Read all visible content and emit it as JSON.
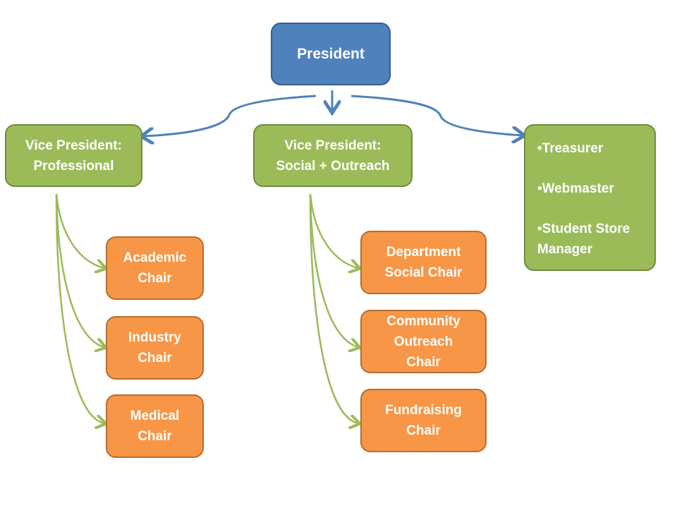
{
  "president": {
    "label": "President"
  },
  "vp_professional": {
    "line1": "Vice President:",
    "line2": "Professional"
  },
  "vp_social": {
    "line1": "Vice President:",
    "line2": "Social + Outreach"
  },
  "other_officers": {
    "items": [
      "•Treasurer",
      "•Webmaster",
      "•Student Store Manager"
    ]
  },
  "professional_chairs": [
    {
      "line1": "Academic",
      "line2": "Chair"
    },
    {
      "line1": "Industry",
      "line2": "Chair"
    },
    {
      "line1": "Medical",
      "line2": "Chair"
    }
  ],
  "social_chairs": [
    {
      "lines": [
        "Department",
        "Social Chair"
      ]
    },
    {
      "lines": [
        "Community",
        "Outreach",
        "Chair"
      ]
    },
    {
      "lines": [
        "Fundraising",
        "Chair"
      ]
    }
  ],
  "colors": {
    "blue": "#4f81bd",
    "green": "#9bbb59",
    "orange": "#f79646",
    "blue_connector": "#4f81bd",
    "green_connector": "#9bbb59"
  }
}
